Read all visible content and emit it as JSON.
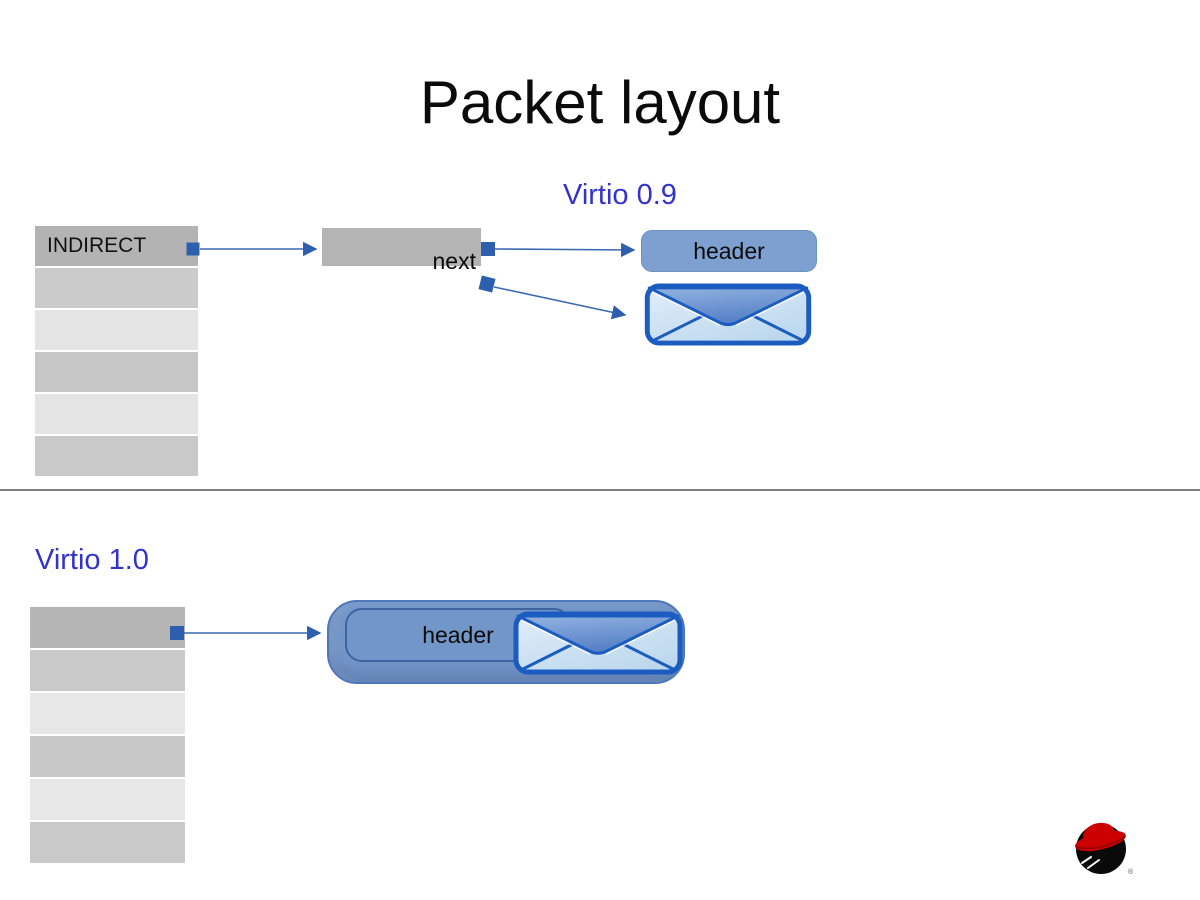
{
  "title": "Packet layout",
  "colors": {
    "label_blue": "#3333cc",
    "connector_blue": "#2e5fae",
    "line_blue": "#3a6ab0",
    "header_box_blue": "#7da0d0",
    "container_blue": "#7396c9",
    "envelope_border_blue": "#1c5bbf",
    "divider_gray": "#7f7f7f",
    "redhat_red": "#cc0000"
  },
  "virtio09": {
    "section_label": "Virtio 0.9",
    "ring_table": {
      "rows": [
        {
          "label": "INDIRECT",
          "color": "#b3b3b3"
        },
        {
          "label": "",
          "color": "#cbcbcb"
        },
        {
          "label": "",
          "color": "#e4e4e4"
        },
        {
          "label": "",
          "color": "#c6c6c6"
        },
        {
          "label": "",
          "color": "#e4e4e4"
        },
        {
          "label": "",
          "color": "#c9c9c9"
        }
      ]
    },
    "indirect_box": {
      "rows": [
        {
          "label": "",
          "color": "#b4b4b4"
        },
        {
          "label": "",
          "color": "#cbcbcb"
        }
      ],
      "next_label": "next"
    },
    "header_label": "header"
  },
  "virtio10": {
    "section_label": "Virtio 1.0",
    "ring_table": {
      "rows": [
        {
          "label": "",
          "color": "#b5b5b5"
        },
        {
          "label": "",
          "color": "#c9c9c9"
        },
        {
          "label": "",
          "color": "#e7e7e7"
        },
        {
          "label": "",
          "color": "#c8c8c8"
        },
        {
          "label": "",
          "color": "#e7e7e7"
        },
        {
          "label": "",
          "color": "#c9c9c9"
        }
      ]
    },
    "header_label": "header"
  }
}
